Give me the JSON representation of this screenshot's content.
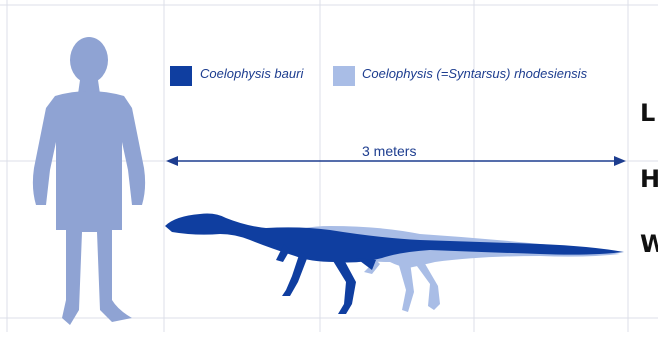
{
  "colors": {
    "background": "#ffffff",
    "grid": "#dcdfe8",
    "human": "#8fa3d3",
    "bauri": "#0f3ea0",
    "rhodesiensis": "#a9bde6",
    "text": "#1d3d8f"
  },
  "legend": {
    "items": [
      {
        "label": "Coelophysis bauri",
        "color": "#0f3ea0"
      },
      {
        "label": "Coelophysis (=Syntarsus) rhodesiensis",
        "color": "#a9bde6"
      }
    ]
  },
  "scale": {
    "label": "3 meters"
  },
  "side_labels": [
    "L",
    "H",
    "W"
  ]
}
